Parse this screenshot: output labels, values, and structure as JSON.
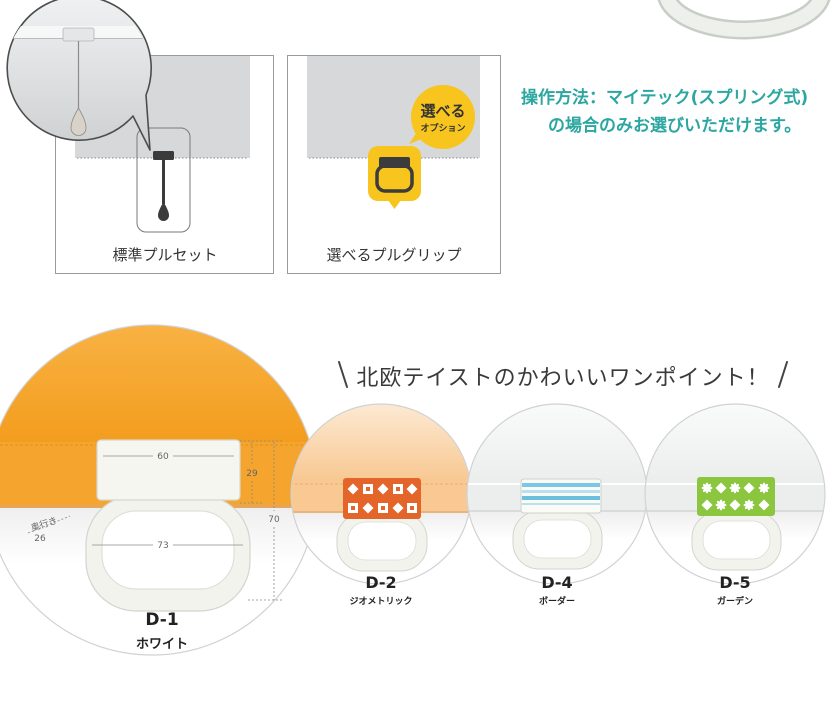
{
  "panels": {
    "standard": {
      "label": "標準プルセット"
    },
    "option": {
      "label": "選べるプルグリップ",
      "badge_line1": "選べる",
      "badge_line2": "オプション"
    }
  },
  "note": {
    "line1": "操作方法：マイテック(スプリング式)",
    "line2": "の場合のみお選びいただけます。"
  },
  "tagline": "北欧テイストのかわいいワンポイント！",
  "dimensions": {
    "width_top": "60",
    "height_top": "29",
    "height_total": "70",
    "width_ring": "73",
    "depth_label": "奥行き",
    "depth": "26"
  },
  "variants": [
    {
      "code": "D-1",
      "name": "ホワイト",
      "color": "#f5f5f0"
    },
    {
      "code": "D-2",
      "name": "ジオメトリック",
      "color": "#e3652a"
    },
    {
      "code": "D-4",
      "name": "ボーダー",
      "color": "#7cc6e6"
    },
    {
      "code": "D-5",
      "name": "ガーデン",
      "color": "#8cc63f"
    }
  ],
  "colors": {
    "note_teal": "#2ba6a0",
    "option_yellow": "#f7c51e",
    "blind_orange": "#f4a22a",
    "blind_peach": "#f8c892",
    "blind_gray": "#d6d8d9"
  }
}
